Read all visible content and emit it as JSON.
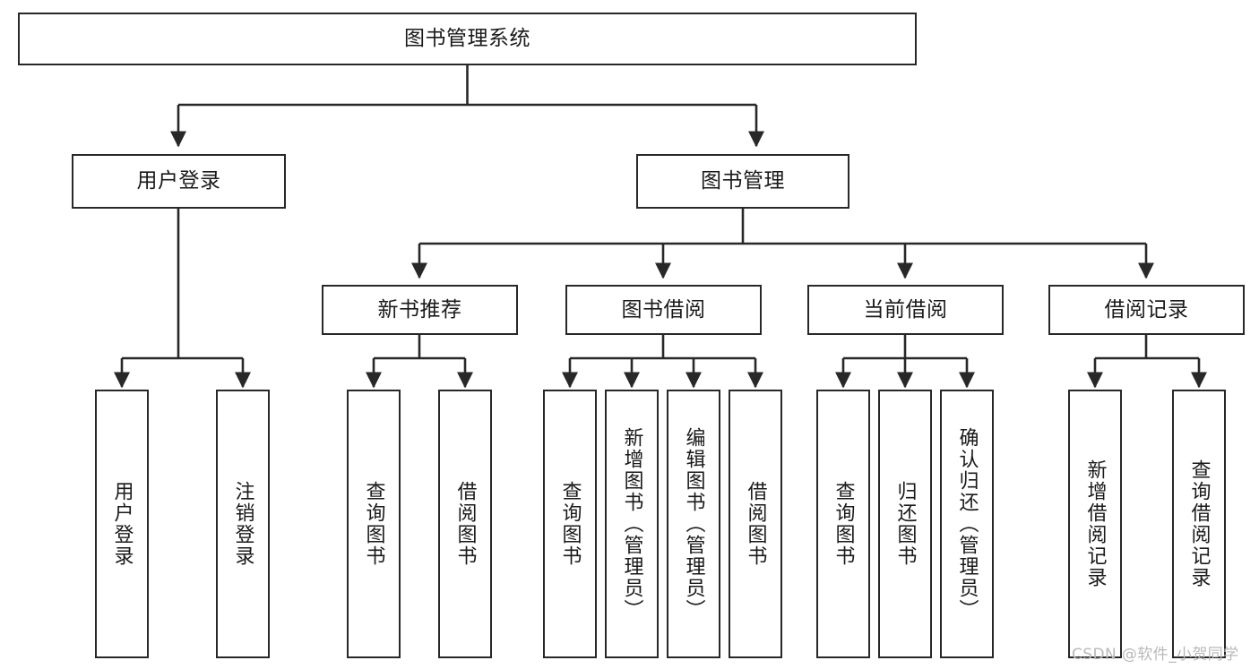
{
  "diagram": {
    "type": "tree-hierarchy",
    "title": "图书管理系统",
    "watermark": "CSDN @软件_小贺同学",
    "colors": {
      "node_border": "#282828",
      "node_fill": "#ffffff",
      "edge": "#282828",
      "text": "#1a1a1a",
      "watermark": "#b9b9b9",
      "background": "#ffffff"
    }
  },
  "nodes": {
    "root": {
      "label": "图书管理系统",
      "level": 0,
      "orientation": "horizontal"
    },
    "user_login": {
      "label": "用户登录",
      "level": 1,
      "orientation": "horizontal"
    },
    "book_manage": {
      "label": "图书管理",
      "level": 1,
      "orientation": "horizontal"
    },
    "new_book_rec": {
      "label": "新书推荐",
      "level": 2,
      "orientation": "horizontal"
    },
    "book_borrow": {
      "label": "图书借阅",
      "level": 2,
      "orientation": "horizontal"
    },
    "current_borrow": {
      "label": "当前借阅",
      "level": 2,
      "orientation": "horizontal"
    },
    "borrow_record": {
      "label": "借阅记录",
      "level": 2,
      "orientation": "horizontal"
    },
    "leaf_user_login": {
      "label": "用户登录",
      "level": 2,
      "orientation": "vertical"
    },
    "leaf_logout": {
      "label": "注销登录",
      "level": 2,
      "orientation": "vertical"
    },
    "leaf_query_book_1": {
      "label": "查询图书",
      "level": 3,
      "orientation": "vertical"
    },
    "leaf_borrow_book_1": {
      "label": "借阅图书",
      "level": 3,
      "orientation": "vertical"
    },
    "leaf_query_book_2": {
      "label": "查询图书",
      "level": 3,
      "orientation": "vertical"
    },
    "leaf_add_book": {
      "label": "新增图书（管理员）",
      "level": 3,
      "orientation": "vertical"
    },
    "leaf_edit_book": {
      "label": "编辑图书（管理员）",
      "level": 3,
      "orientation": "vertical"
    },
    "leaf_borrow_book_2": {
      "label": "借阅图书",
      "level": 3,
      "orientation": "vertical"
    },
    "leaf_query_book_3": {
      "label": "查询图书",
      "level": 3,
      "orientation": "vertical"
    },
    "leaf_return_book": {
      "label": "归还图书",
      "level": 3,
      "orientation": "vertical"
    },
    "leaf_confirm_return": {
      "label": "确认归还（管理员）",
      "level": 3,
      "orientation": "vertical"
    },
    "leaf_add_record": {
      "label": "新增借阅记录",
      "level": 3,
      "orientation": "vertical"
    },
    "leaf_query_record": {
      "label": "查询借阅记录",
      "level": 3,
      "orientation": "vertical"
    }
  },
  "hierarchy": [
    {
      "label": "图书管理系统",
      "children": [
        {
          "label": "用户登录",
          "children": [
            {
              "label": "用户登录"
            },
            {
              "label": "注销登录"
            }
          ]
        },
        {
          "label": "图书管理",
          "children": [
            {
              "label": "新书推荐",
              "children": [
                {
                  "label": "查询图书"
                },
                {
                  "label": "借阅图书"
                }
              ]
            },
            {
              "label": "图书借阅",
              "children": [
                {
                  "label": "查询图书"
                },
                {
                  "label": "新增图书（管理员）"
                },
                {
                  "label": "编辑图书（管理员）"
                },
                {
                  "label": "借阅图书"
                }
              ]
            },
            {
              "label": "当前借阅",
              "children": [
                {
                  "label": "查询图书"
                },
                {
                  "label": "归还图书"
                },
                {
                  "label": "确认归还（管理员）"
                }
              ]
            },
            {
              "label": "借阅记录",
              "children": [
                {
                  "label": "新增借阅记录"
                },
                {
                  "label": "查询借阅记录"
                }
              ]
            }
          ]
        }
      ]
    }
  ]
}
